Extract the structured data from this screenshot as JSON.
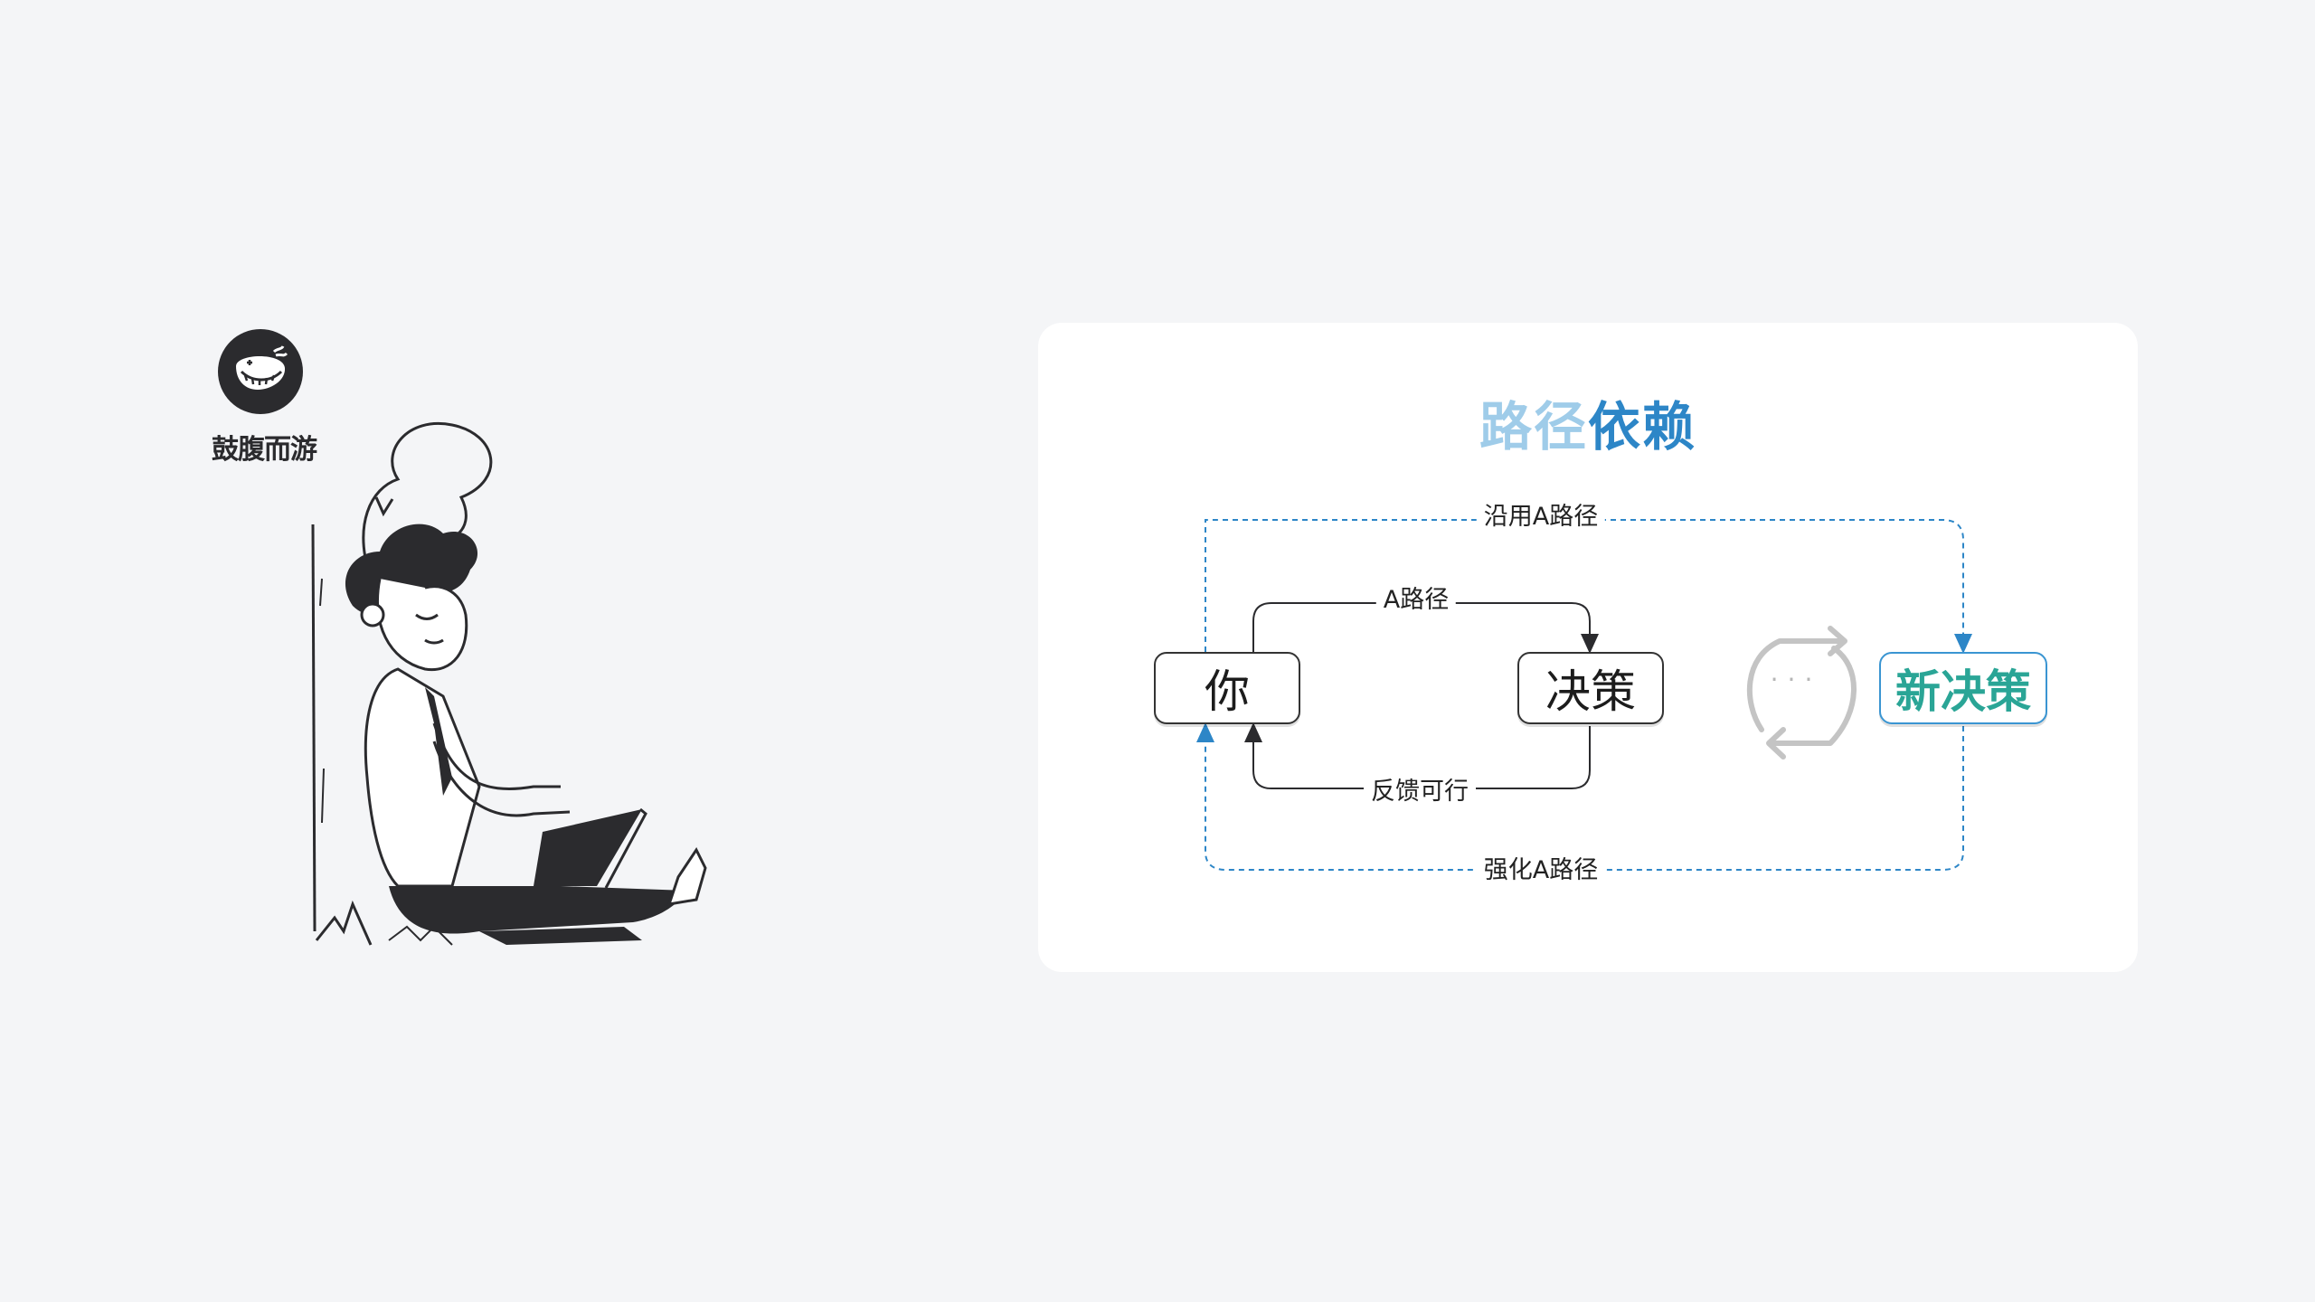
{
  "brand": {
    "name": "鼓腹而游",
    "icon": "whale-icon"
  },
  "illustration": {
    "icon": "person-with-laptop-illustration"
  },
  "diagram": {
    "title_part1": "路径",
    "title_part2": "依赖",
    "nodes": {
      "you": "你",
      "decision": "决策",
      "new_decision": "新决策"
    },
    "edges": {
      "top_outer": "沿用A路径",
      "top_inner": "A路径",
      "bottom_inner": "反馈可行",
      "bottom_outer": "强化A路径"
    },
    "loop_dots": "···",
    "colors": {
      "accent_blue": "#2d86c7",
      "title_light": "#9fcce9",
      "new_decision_text": "#2aa596",
      "loop_gray": "#c4c4c4"
    }
  }
}
